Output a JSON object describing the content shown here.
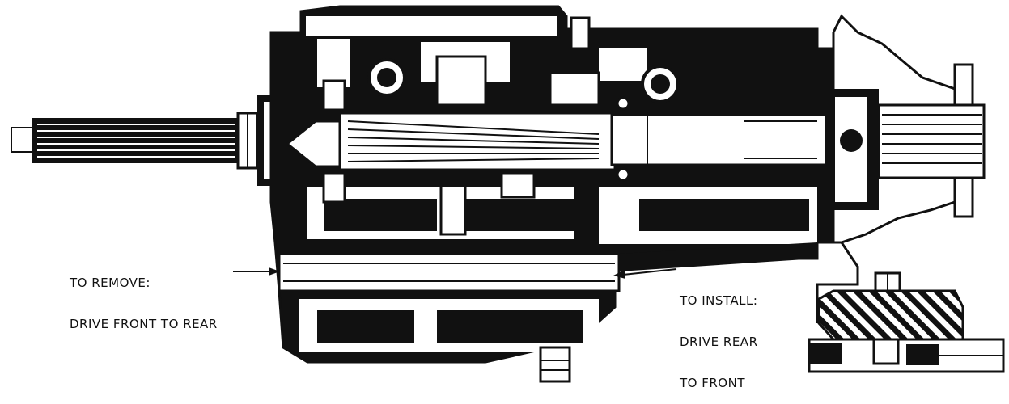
{
  "callouts": {
    "remove": {
      "line1": "TO REMOVE:",
      "line2": "DRIVE FRONT TO REAR"
    },
    "install": {
      "line1": "TO INSTALL:",
      "line2": "DRIVE REAR",
      "line3": "TO FRONT"
    }
  },
  "colors": {
    "ink": "#111111",
    "paper": "#ffffff"
  }
}
